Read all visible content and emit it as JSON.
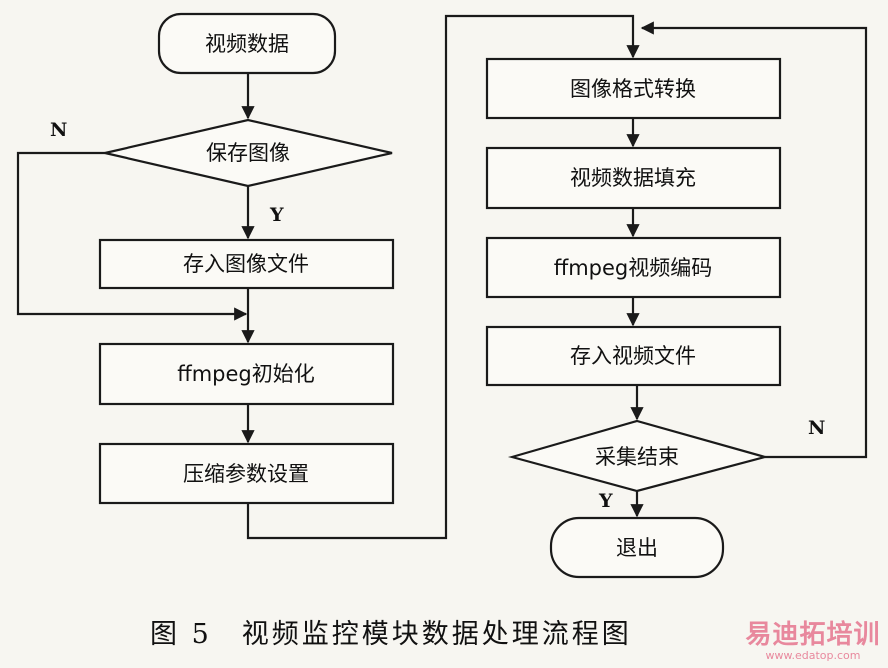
{
  "flowchart": {
    "nodes": {
      "start": "视频数据",
      "save_decision": "保存图像",
      "save_image": "存入图像文件",
      "ffmpeg_init": "ffmpeg初始化",
      "compress_params": "压缩参数设置",
      "format_convert": "图像格式转换",
      "video_fill": "视频数据填充",
      "ffmpeg_encode": "ffmpeg视频编码",
      "save_video": "存入视频文件",
      "capture_end": "采集结束",
      "exit": "退出"
    },
    "branch_labels": {
      "save_no": "N",
      "save_yes": "Y",
      "capture_no": "N",
      "capture_yes": "Y"
    }
  },
  "caption": "图 5　视频监控模块数据处理流程图",
  "watermark": {
    "logo": "易迪拓培训",
    "url": "www.edatop.com"
  }
}
